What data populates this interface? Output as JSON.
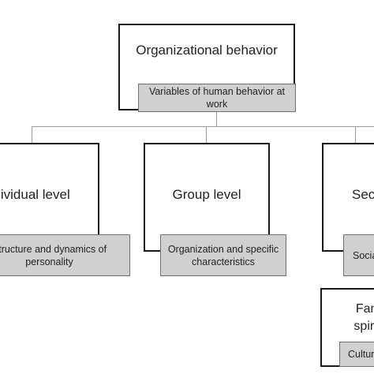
{
  "root": {
    "title": "Organizational behavior",
    "tag": "Variables of human behavior at work"
  },
  "levels": [
    {
      "title": "Individual level",
      "tag": "Structure and dynamics of personality"
    },
    {
      "title": "Group level",
      "tag": "Organization and specific characteristics"
    },
    {
      "title": "Sector level",
      "tag": "Social"
    }
  ],
  "extra": {
    "title": "Family, spiritual",
    "tag": "Cultural"
  },
  "colors": {
    "border": "#1a1a1a",
    "tag_fill": "#d0d0d0",
    "connector": "#9a9a9a"
  }
}
